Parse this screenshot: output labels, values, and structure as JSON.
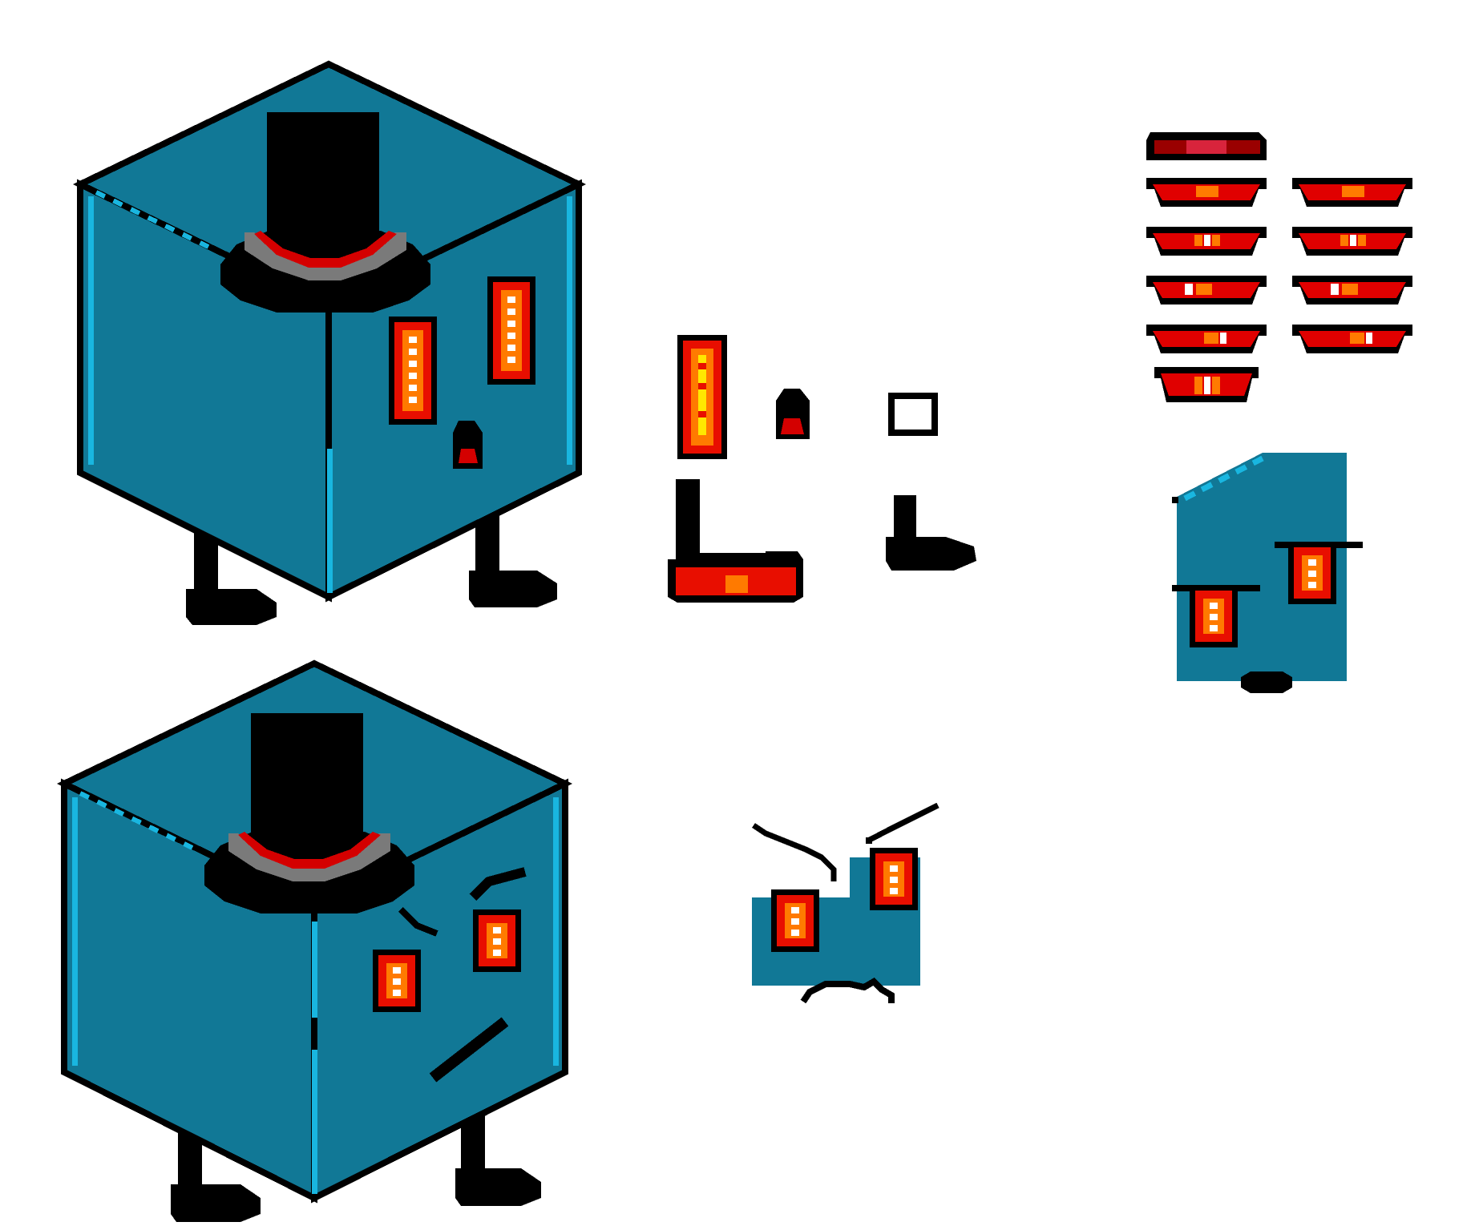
{
  "sprite_sheet": {
    "background_color": "#ffffff",
    "palette": {
      "outline": "#000000",
      "body_teal": "#117896",
      "edge_cyan": "#19b6e0",
      "hat_band_red": "#d40000",
      "hat_band_gray": "#7a7a7a",
      "eye_red": "#e80e00",
      "eye_orange": "#ff7a00",
      "eye_yellow": "#ffe800",
      "eye_white": "#ffffff",
      "mouth_dark_red": "#9a0000",
      "mouth_crimson": "#d8243c"
    },
    "sprites": [
      {
        "name": "box-character-idle",
        "icon": "cube-with-top-hat-icon"
      },
      {
        "name": "box-character-angry",
        "icon": "angry-cube-with-top-hat-icon"
      },
      {
        "name": "eye-piece",
        "icon": "eye-icon"
      },
      {
        "name": "nostril-piece",
        "icon": "nose-icon"
      },
      {
        "name": "highlight-piece",
        "icon": "square-outline-icon"
      },
      {
        "name": "leg-with-bowtie-piece",
        "icon": "leg-icon"
      },
      {
        "name": "foot-piece",
        "icon": "boot-icon"
      },
      {
        "name": "mouth-frames",
        "icon": "mouth-icon",
        "frame_count": 10
      },
      {
        "name": "face-closeup-neutral",
        "icon": "face-icon"
      },
      {
        "name": "face-closeup-angry",
        "icon": "angry-face-icon"
      }
    ]
  }
}
